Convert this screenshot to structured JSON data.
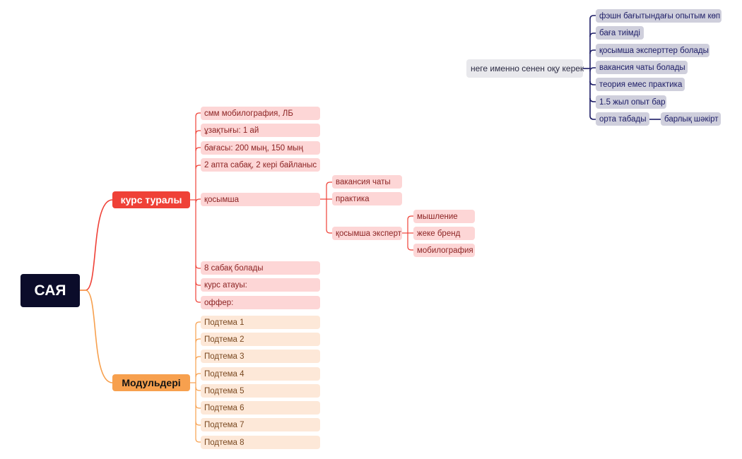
{
  "root": "САЯ",
  "kurs": {
    "label": "курс туралы",
    "items": [
      "смм мобилография, ЛБ",
      "ұзақтығы: 1 ай",
      "бағасы: 200 мың,  150 мың",
      "2 апта сабақ, 2 кері байланыс",
      "қосымша",
      "8 сабақ болады",
      "курс атауы:",
      "оффер:"
    ],
    "qosymsha": [
      "вакансия чаты",
      "практика",
      "қосымша эксперт"
    ],
    "expert": [
      "мышление",
      "жеке бренд",
      "мобилография"
    ]
  },
  "modules": {
    "label": "Модульдері",
    "items": [
      "Подтема 1",
      "Подтема 2",
      "Подтема 3",
      "Подтема 4",
      "Подтема 5",
      "Подтема 6",
      "Подтема 7",
      "Подтема 8"
    ]
  },
  "why": {
    "label": "неге именно сенен оқу керек",
    "items": [
      "фэшн бағытындағы опытым көп",
      "баға тиімді",
      "қосымша эксперттер болады",
      "вакансия чаты болады",
      "теория емес практика",
      "1.5 жыл опыт бар",
      "орта табады"
    ],
    "sub": "барлық шәкірт"
  },
  "colors": {
    "root": "#0b0c2a",
    "kurs": "#ef4137",
    "modules": "#f7a04e",
    "why": "#1c1c66"
  }
}
